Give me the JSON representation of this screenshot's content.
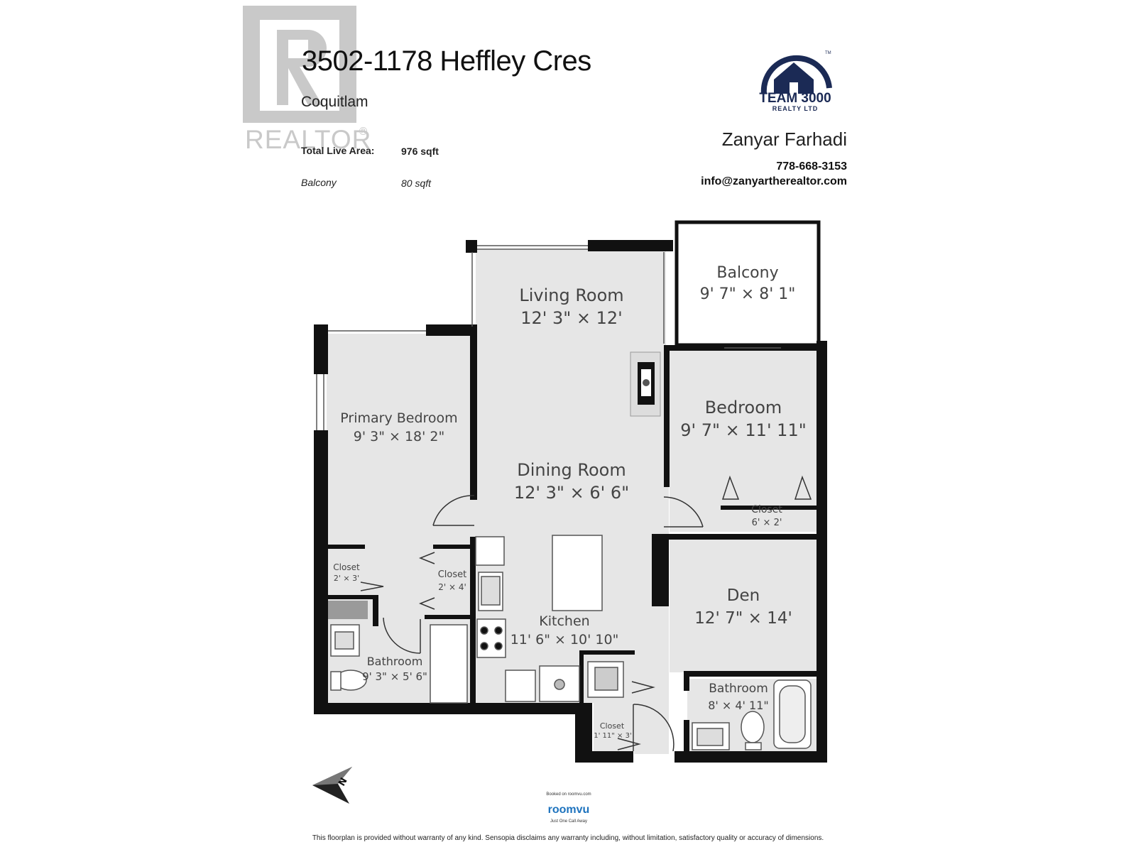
{
  "listing": {
    "title": "3502-1178 Heffley Cres",
    "city": "Coquitlam",
    "total_area_label": "Total Live Area:",
    "total_area_value": "976 sqft",
    "balcony_label": "Balcony",
    "balcony_value": "80 sqft"
  },
  "brand": {
    "realtor_mark": "REALTOR",
    "brokerage_line1": "TEAM 3000",
    "brokerage_line2": "REALTY LTD",
    "tm": "TM"
  },
  "agent": {
    "name": "Zanyar Farhadi",
    "phone": "778-668-3153",
    "email": "info@zanyartherealtor.com"
  },
  "rooms": [
    {
      "key": "balcony",
      "name": "Balcony",
      "dims": "9' 7\" × 8' 1\""
    },
    {
      "key": "living",
      "name": "Living Room",
      "dims": "12' 3\" × 12'"
    },
    {
      "key": "primary",
      "name": "Primary Bedroom",
      "dims": "9' 3\" × 18' 2\""
    },
    {
      "key": "bedroom",
      "name": "Bedroom",
      "dims": "9' 7\" × 11' 11\""
    },
    {
      "key": "dining",
      "name": "Dining Room",
      "dims": "12' 3\" × 6' 6\""
    },
    {
      "key": "closet_bed",
      "name": "Closet",
      "dims": "6' × 2'"
    },
    {
      "key": "closet_a",
      "name": "Closet",
      "dims": "2' × 3'"
    },
    {
      "key": "closet_b",
      "name": "Closet",
      "dims": "2' × 4'"
    },
    {
      "key": "den",
      "name": "Den",
      "dims": "12' 7\" × 14'"
    },
    {
      "key": "kitchen",
      "name": "Kitchen",
      "dims": "11' 6\" × 10' 10\""
    },
    {
      "key": "bath1",
      "name": "Bathroom",
      "dims": "9' 3\" × 5' 6\""
    },
    {
      "key": "bath2",
      "name": "Bathroom",
      "dims": "8' × 4' 11\""
    },
    {
      "key": "closet_c",
      "name": "Closet",
      "dims": "1' 11\" × 3'"
    }
  ],
  "footer": {
    "roomvu_booked": "Booked on roomvu.com",
    "roomvu_name": "roomvu",
    "roomvu_tagline": "Just One Call Away",
    "disclaimer": "This floorplan is provided without warranty of any kind. Sensopia disclaims any warranty including, without limitation, satisfactory quality or accuracy of dimensions."
  },
  "compass": {
    "letter": "N"
  },
  "colors": {
    "wall": "#111111",
    "floor": "#e6e6e6",
    "brand_navy": "#1b2a55",
    "roomvu_blue": "#1e73be",
    "realtor_grey": "#c9c9c9"
  }
}
